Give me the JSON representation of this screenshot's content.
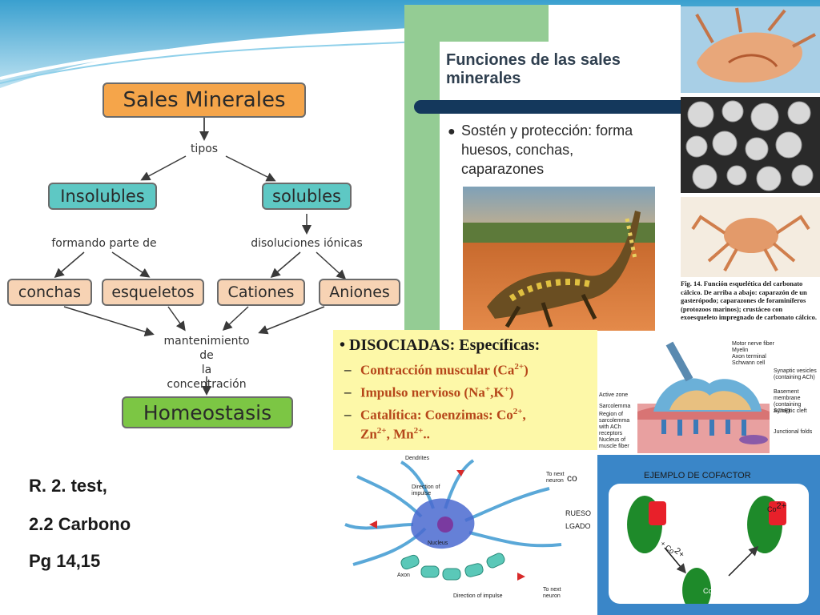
{
  "concept_map": {
    "root": "Sales Minerales",
    "tipos": "tipos",
    "insolubles": "Insolubles",
    "solubles": "solubles",
    "formando": "formando parte de",
    "disoluciones": "disoluciones iónicas",
    "conchas": "conchas",
    "esqueletos": "esqueletos",
    "cationes": "Cationes",
    "aniones": "Aniones",
    "mantenimiento_lines": [
      "mantenimiento",
      "de",
      "la",
      "concentración"
    ],
    "homeostasis": "Homeostasis"
  },
  "notes": [
    "R. 2. test,",
    "2.2 Carbono",
    "Pg 14,15"
  ],
  "functions_slide": {
    "title_lines": [
      "Funciones de las sales",
      "minerales"
    ],
    "bullet_lines": [
      "Sostén y protección: forma",
      "huesos, conchas,",
      "caparazones"
    ]
  },
  "figure_caption": "Fig. 14. Función esquelética del carbonato cálcico. De arriba a abajo: caparazón de un gasterópodo; caparazones de foraminíferos (protozoos marinos); crustáceo con exoesqueleto impregnado de carbonato cálcico.",
  "disociadas": {
    "heading": "• DISOCIADAS: Específicas:",
    "items": [
      {
        "text": "Contracción muscular (Ca",
        "sup": "2+",
        "tail": ")"
      },
      {
        "text": "Impulso nervioso (Na",
        "sup": "+",
        "mid": ",K",
        "sup2": "+",
        "tail": ")"
      },
      {
        "text": "Catalítica: Coenzimas: Co",
        "sup": "2+",
        "tail": ","
      }
    ],
    "last_line": {
      "a": "Zn",
      "sa": "2+",
      "b": ", Mn",
      "sb": "2+",
      "c": ".."
    }
  },
  "synapse": {
    "labels": [
      "Motor nerve fiber",
      "Myelin",
      "Axon terminal",
      "Schwann cell",
      "Synaptic vesicles (containing ACh)",
      "Basement membrane (containing AChE)",
      "Synaptic cleft",
      "Junctional folds",
      "Active zone",
      "Sarcolemma",
      "Region of sarcolemma with ACh receptors",
      "Nucleus of muscle fiber"
    ]
  },
  "neuron": {
    "labels": [
      "Dendrites",
      "Direction of impulse",
      "Nucleus",
      "Axon",
      "To next neuron",
      "Direction of impulse",
      "To next neuron"
    ],
    "fragments": [
      "co",
      "RUESO",
      "LGADO"
    ]
  },
  "cofactor": {
    "title": "EJEMPLO DE COFACTOR",
    "arrow_label": "+ Co",
    "arrow_sup": "2+",
    "ion": "Co",
    "ion_sup": "2+",
    "ion2": "Co",
    "ion2_sup": "2+"
  },
  "colors": {
    "orange_node": "#f5a54a",
    "teal_node": "#5ec8c4",
    "peach_node": "#f7d3b4",
    "green_node": "#7cc644",
    "navy_bar": "#14385c",
    "yellow_box": "#fdf8a8",
    "cofactor_bg": "#3a86c8"
  }
}
